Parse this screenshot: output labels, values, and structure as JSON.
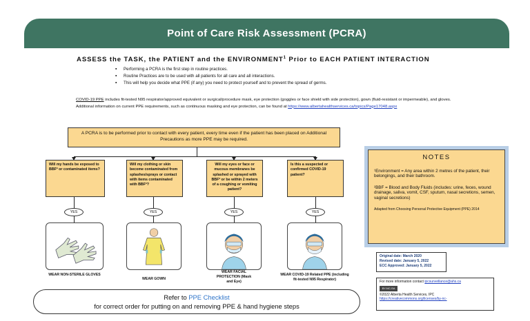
{
  "banner": {
    "title": "Point of Care Risk Assessment (PCRA)"
  },
  "assess": {
    "heading": "ASSESS the TASK, the PATIENT and the ENVIRONMENT",
    "sup": "1",
    "heading_tail": " Prior to EACH PATIENT INTERACTION"
  },
  "bullets": [
    "Performing a PCRA is the first step in routine practices.",
    "Routine Practices are to be used with all patients for all care and all interactions.",
    "This will help you decide what PPE (if any) you need to protect yourself and to prevent the spread of germs."
  ],
  "ppe_text": {
    "lead": "COVID-19 PPE",
    "body": " includes fit-tested N95 respirator/approved equivalent or surgical/procedure mask, eye protection (goggles or face shield with side protection), gown (fluid-resistant or impermeable), and gloves.",
    "additional": "Additional information on current PPE requirements, such as continuous masking and eye protection, can be found at ",
    "url": "https://www.albertahealthservices.ca/topics/Page17048.aspx"
  },
  "top_box": {
    "text": "A PCRA is to be performed prior to contact with every patient, every time even if the patient has been placed on Additional Precautions as more PPE may be required."
  },
  "questions": [
    "Will my hands be exposed to BBF² or contaminated items?",
    "Will my clothing or skin become contaminated from splashes/sprays or contact with items contaminated with BBF²?",
    "Will my eyes or face or mucous membranes be splashed or sprayed with BBF² or be within 2 meters of a coughing or vomiting patient?",
    "Is this a suspected or confirmed COVID-19 patient?"
  ],
  "yes_label": "YES",
  "wear_labels": [
    "WEAR NON-STERILE GLOVES",
    "WEAR GOWN",
    "WEAR FACIAL PROTECTION (Mask and Eye)",
    "WEAR COVID-19 Related PPE (including fit-tested N95 Respirator)"
  ],
  "icons": [
    "gloves-icon",
    "gown-icon",
    "facial-protection-icon",
    "covid-ppe-icon"
  ],
  "reference": {
    "prefix": "Refer to ",
    "link": "PPE Checklist",
    "line2": "for correct order for putting on and removing PPE & hand hygiene steps"
  },
  "notes": {
    "title": "NOTES",
    "env": "¹Environment = Any area within 2 metres of the patient, their belongings, and their bathroom.",
    "bbf": "²BBF = Blood and Body Fluids (includes: urine, feces, wound drainage, saliva, vomit, CSF, sputum, nasal secretions, semen, vaginal secretions)",
    "adapted": "Adapted from Choosing Personal Protective Equipment (PPE) 2014"
  },
  "dates": {
    "original": "Original date: March 2020",
    "revised": "Revised date: January 5, 2022",
    "ecc": "ECC Approved: January 5, 2022"
  },
  "license": {
    "contact_prefix": "For more information contact ",
    "contact_email": "ipcsurveillance@ahs.ca",
    "badge": "BY-NC-SA",
    "copyright": "©2022 Alberta Health Services, IPC",
    "url": "https://creativecommons.org/licenses/by-nc-"
  },
  "colors": {
    "banner": "#3f7562",
    "box_fill": "#fbd891",
    "notes_frame": "#b8cee6",
    "link": "#2e74c9"
  }
}
